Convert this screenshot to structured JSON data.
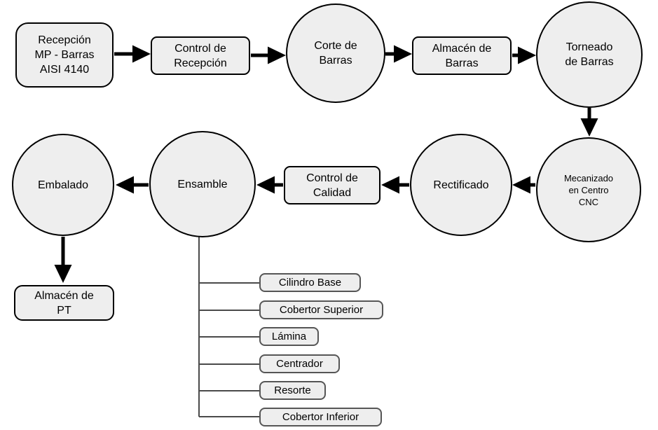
{
  "diagram": {
    "nodes": {
      "recepcion_mp": {
        "label": "Recepción\nMP - Barras\nAISI 4140",
        "shape": "rounded-rect"
      },
      "control_recepcion": {
        "label": "Control de\nRecepción",
        "shape": "rect"
      },
      "corte_barras": {
        "label": "Corte de\nBarras",
        "shape": "circle"
      },
      "almacen_barras": {
        "label": "Almacén de\nBarras",
        "shape": "rect"
      },
      "torneado_barras": {
        "label": "Torneado\nde Barras",
        "shape": "circle"
      },
      "mecanizado_cnc": {
        "label": "Mecanizado\nen Centro\nCNC",
        "shape": "circle"
      },
      "rectificado": {
        "label": "Rectificado",
        "shape": "circle"
      },
      "control_calidad": {
        "label": "Control de\nCalidad",
        "shape": "rect"
      },
      "ensamble": {
        "label": "Ensamble",
        "shape": "circle"
      },
      "embalado": {
        "label": "Embalado",
        "shape": "circle"
      },
      "almacen_pt": {
        "label": "Almacén de\nPT",
        "shape": "rounded-rect"
      }
    },
    "components": [
      {
        "label": "Cilindro Base"
      },
      {
        "label": "Cobertor Superior"
      },
      {
        "label": "Lámina"
      },
      {
        "label": "Centrador"
      },
      {
        "label": "Resorte"
      },
      {
        "label": "Cobertor Inferior"
      }
    ],
    "flow_order": [
      "recepcion_mp",
      "control_recepcion",
      "corte_barras",
      "almacen_barras",
      "torneado_barras",
      "mecanizado_cnc",
      "rectificado",
      "control_calidad",
      "ensamble",
      "embalado",
      "almacen_pt"
    ],
    "colors": {
      "node_fill": "#eeeeee",
      "node_border": "#000000",
      "arrow": "#000000",
      "branch_line": "#4a4a4a",
      "component_border": "#565656",
      "background": "#ffffff"
    }
  }
}
